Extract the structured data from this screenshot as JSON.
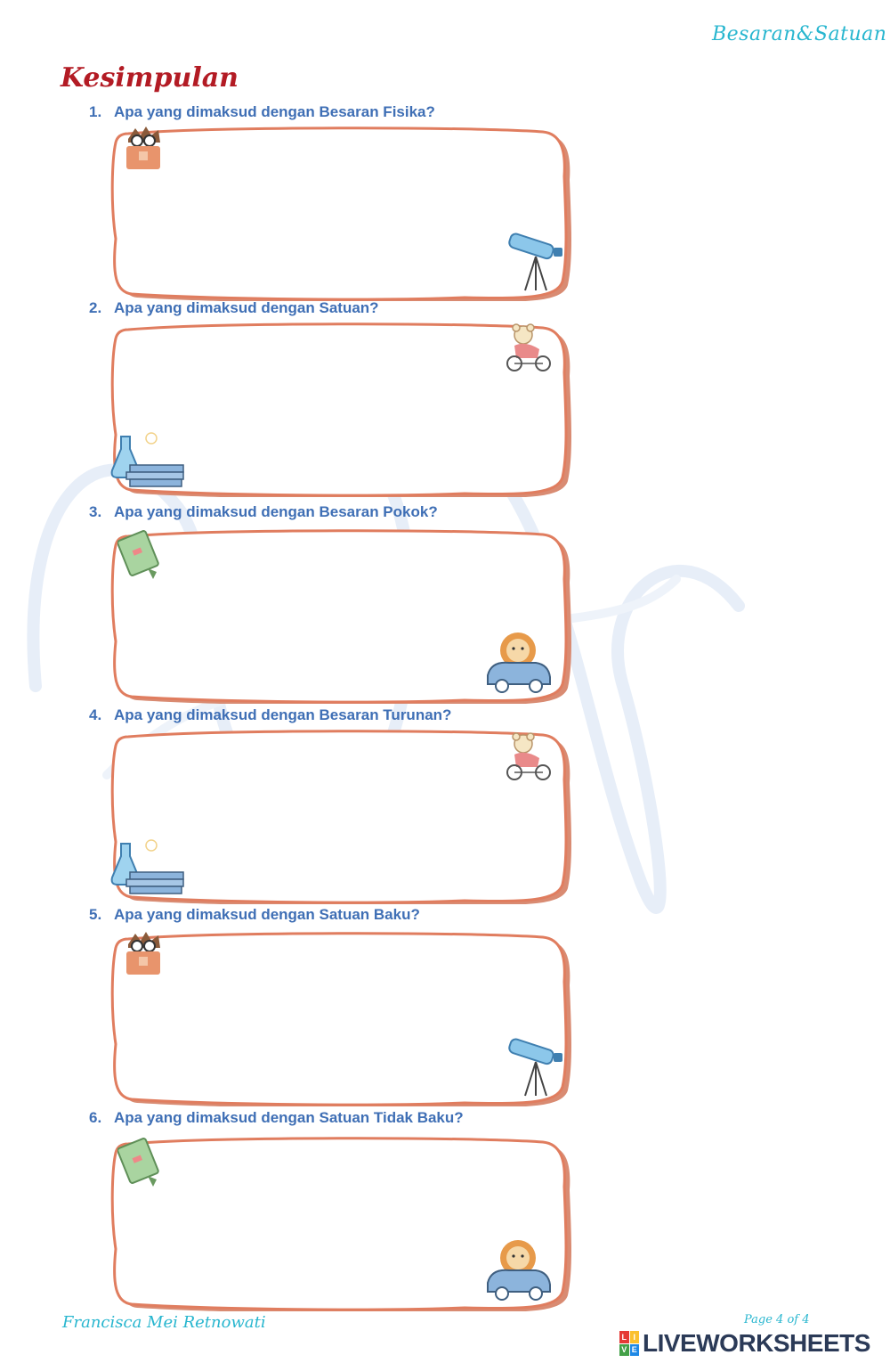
{
  "header": {
    "brand": "Besaran&Satuan",
    "title": "Kesimpulan"
  },
  "questions": [
    {
      "num": "1.",
      "text": "Apa yang dimaksud dengan Besaran Fisika?"
    },
    {
      "num": "2.",
      "text": "Apa yang dimaksud dengan Satuan?"
    },
    {
      "num": "3.",
      "text": "Apa yang dimaksud dengan Besaran Pokok?"
    },
    {
      "num": "4.",
      "text": "Apa yang dimaksud dengan Besaran Turunan?"
    },
    {
      "num": "5.",
      "text": "Apa yang dimaksud dengan Satuan Baku?"
    },
    {
      "num": "6.",
      "text": "Apa yang dimaksud dengan Satuan Tidak Baku?"
    }
  ],
  "footer": {
    "author": "Francisca Mei Retnowati",
    "page": "Page 4 of 4",
    "logo": "LIVEWORKSHEETS"
  },
  "colors": {
    "question": "#3f6fb5",
    "title": "#b31b24",
    "frame": "#e07d5f",
    "accent": "#28b6cf"
  }
}
